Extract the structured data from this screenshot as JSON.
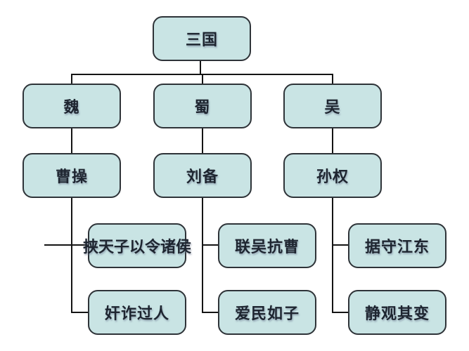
{
  "diagram": {
    "root": {
      "label": "三国"
    },
    "branches": [
      {
        "kingdom": "魏",
        "leader": "曹操",
        "traits": [
          "挟天子以令诸侯",
          "奸诈过人"
        ]
      },
      {
        "kingdom": "蜀",
        "leader": "刘备",
        "traits": [
          "联吴抗曹",
          "爱民如子"
        ]
      },
      {
        "kingdom": "吴",
        "leader": "孙权",
        "traits": [
          "据守江东",
          "静观其变"
        ]
      }
    ],
    "colors": {
      "box_fill": "#c9e4e4",
      "box_border": "#2e3338",
      "line_color": "#141414",
      "text_color": "#1e2530",
      "background": "#ffffff"
    }
  }
}
